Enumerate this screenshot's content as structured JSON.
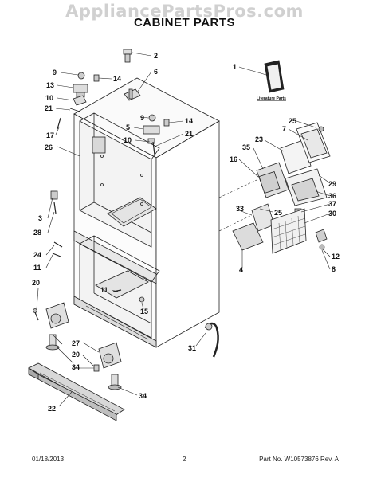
{
  "watermark": "AppliancePartsPros.com",
  "title": "CABINET PARTS",
  "footer": {
    "date": "01/18/2013",
    "page": "2",
    "part_number": "Part No. W10573876  Rev. A"
  },
  "literature_label": "Literature Parts",
  "callouts": [
    {
      "id": "c1",
      "label": "1"
    },
    {
      "id": "c2",
      "label": "2"
    },
    {
      "id": "c3",
      "label": "3"
    },
    {
      "id": "c4",
      "label": "4"
    },
    {
      "id": "c5",
      "label": "5"
    },
    {
      "id": "c6",
      "label": "6"
    },
    {
      "id": "c7",
      "label": "7"
    },
    {
      "id": "c8",
      "label": "8"
    },
    {
      "id": "c9a",
      "label": "9"
    },
    {
      "id": "c9b",
      "label": "9"
    },
    {
      "id": "c10a",
      "label": "10"
    },
    {
      "id": "c10b",
      "label": "10"
    },
    {
      "id": "c11a",
      "label": "11"
    },
    {
      "id": "c11b",
      "label": "11"
    },
    {
      "id": "c12",
      "label": "12"
    },
    {
      "id": "c13",
      "label": "13"
    },
    {
      "id": "c14a",
      "label": "14"
    },
    {
      "id": "c14b",
      "label": "14"
    },
    {
      "id": "c15",
      "label": "15"
    },
    {
      "id": "c16",
      "label": "16"
    },
    {
      "id": "c17",
      "label": "17"
    },
    {
      "id": "c20a",
      "label": "20"
    },
    {
      "id": "c20b",
      "label": "20"
    },
    {
      "id": "c21a",
      "label": "21"
    },
    {
      "id": "c21b",
      "label": "21"
    },
    {
      "id": "c22",
      "label": "22"
    },
    {
      "id": "c23",
      "label": "23"
    },
    {
      "id": "c24",
      "label": "24"
    },
    {
      "id": "c25a",
      "label": "25"
    },
    {
      "id": "c25b",
      "label": "25"
    },
    {
      "id": "c26",
      "label": "26"
    },
    {
      "id": "c27",
      "label": "27"
    },
    {
      "id": "c28",
      "label": "28"
    },
    {
      "id": "c29",
      "label": "29"
    },
    {
      "id": "c30",
      "label": "30"
    },
    {
      "id": "c31",
      "label": "31"
    },
    {
      "id": "c33",
      "label": "33"
    },
    {
      "id": "c34a",
      "label": "34"
    },
    {
      "id": "c34b",
      "label": "34"
    },
    {
      "id": "c35",
      "label": "35"
    },
    {
      "id": "c36",
      "label": "36"
    },
    {
      "id": "c37",
      "label": "37"
    }
  ]
}
